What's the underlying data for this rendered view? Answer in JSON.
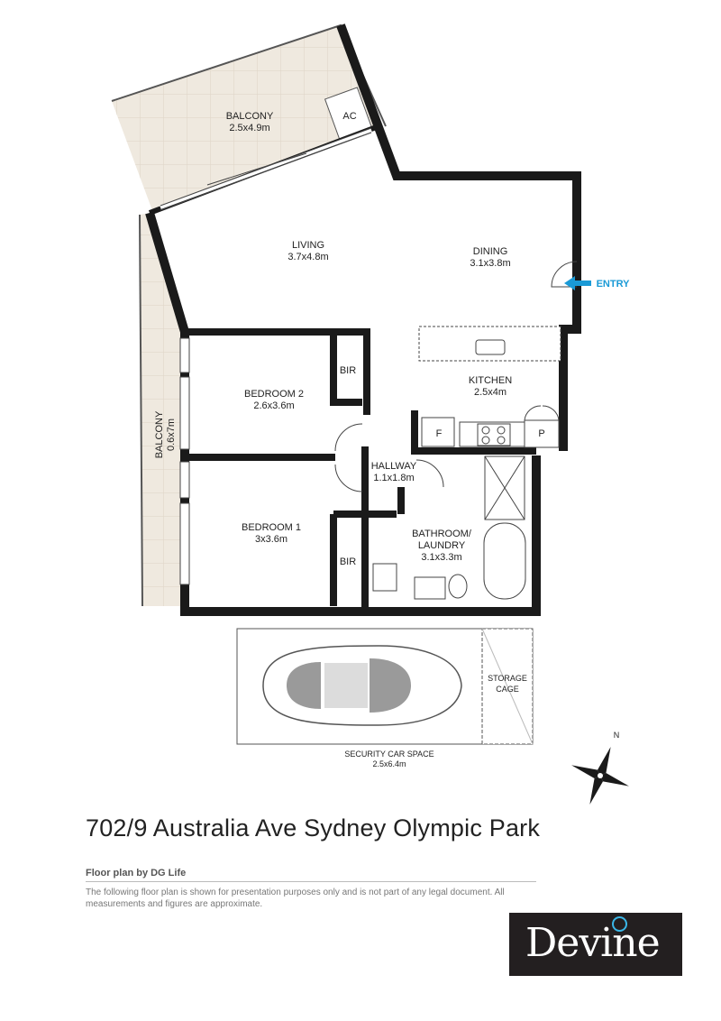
{
  "rooms": {
    "balcony_main": {
      "name": "BALCONY",
      "size": "2.5x4.9m"
    },
    "ac": {
      "name": "AC"
    },
    "living": {
      "name": "LIVING",
      "size": "3.7x4.8m"
    },
    "dining": {
      "name": "DINING",
      "size": "3.1x3.8m"
    },
    "entry": {
      "name": "ENTRY"
    },
    "kitchen": {
      "name": "KITCHEN",
      "size": "2.5x4m"
    },
    "fridge": {
      "name": "F"
    },
    "pantry": {
      "name": "P"
    },
    "bedroom2": {
      "name": "BEDROOM 2",
      "size": "2.6x3.6m"
    },
    "bir_top": {
      "name": "BIR"
    },
    "bedroom1": {
      "name": "BEDROOM 1",
      "size": "3x3.6m"
    },
    "bir_bottom": {
      "name": "BIR"
    },
    "hallway": {
      "name": "HALLWAY",
      "size": "1.1x1.8m"
    },
    "bathroom": {
      "name": "BATHROOM/",
      "name2": "LAUNDRY",
      "size": "3.1x3.3m"
    },
    "balcony_side": {
      "name": "BALCONY",
      "size": "0.6x7m"
    }
  },
  "car_space": {
    "label": "SECURITY CAR SPACE",
    "size": "2.5x6.4m"
  },
  "storage": {
    "line1": "STORAGE",
    "line2": "CAGE"
  },
  "compass": {
    "north": "N"
  },
  "address": "702/9 Australia Ave Sydney Olympic Park",
  "credit": "Floor plan by DG Life",
  "disclaimer": "The following floor plan is shown for presentation purposes only and is not part of any legal document. All measurements and figures are approximate.",
  "logo": {
    "text": "Devine",
    "accent_color": "#3ab7e8"
  },
  "colors": {
    "wall": "#1a1a1a",
    "balcony_fill": "#efe9df",
    "entry_arrow": "#1a9ad6"
  }
}
